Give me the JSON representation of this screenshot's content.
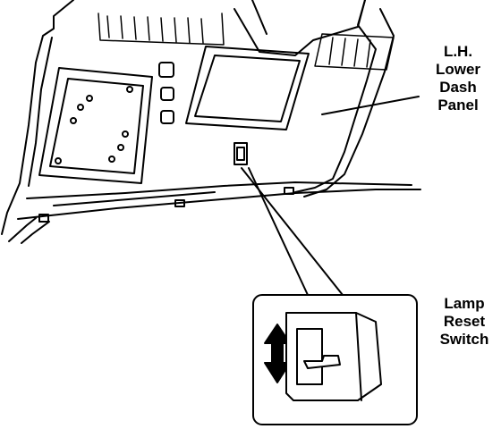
{
  "labels": {
    "panel": [
      "L.H.",
      "Lower",
      "Dash",
      "Panel"
    ],
    "switch": [
      "Lamp",
      "Reset",
      "Switch"
    ]
  },
  "colors": {
    "line": "#000000",
    "fill": "#ffffff"
  }
}
